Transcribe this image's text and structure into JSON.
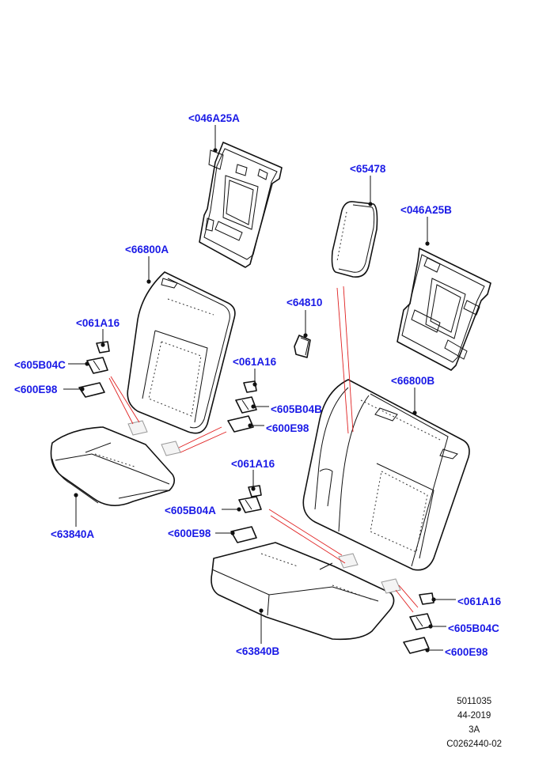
{
  "callouts": {
    "frame_a": "<046A25A",
    "frame_b": "<046A25B",
    "headrest": "<65478",
    "armrest_cover": "<64810",
    "back_cover_a": "<66800A",
    "back_cover_b": "<66800B",
    "cushion_a": "<63840A",
    "cushion_b": "<63840B",
    "clip_61_left": "<061A16",
    "clip_605c_left": "<605B04C",
    "clip_600_left": "<600E98",
    "clip_61_mid": "<061A16",
    "clip_605b_mid": "<605B04B",
    "clip_600_mid": "<600E98",
    "clip_61_low": "<061A16",
    "clip_605a_low": "<605B04A",
    "clip_600_low": "<600E98",
    "clip_61_right": "<061A16",
    "clip_605c_right": "<605B04C",
    "clip_600_right": "<600E98"
  },
  "footer": {
    "line1": "5011035",
    "line2": "44-2019",
    "line3": "3A",
    "line4": "C0262440-02"
  }
}
